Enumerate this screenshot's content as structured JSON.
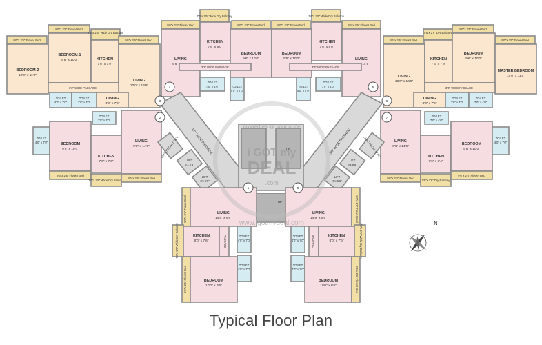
{
  "title": "Typical Floor Plan",
  "watermark": {
    "line1": "properties @ your price",
    "line2": "i GOT my",
    "brand": "DEAL",
    "tld": ".com",
    "url": "www.igotmydeal.com"
  },
  "compass": {
    "north": "N"
  },
  "markers": [
    "1",
    "2",
    "3",
    "4",
    "5",
    "6",
    "7",
    "8"
  ],
  "labels": {
    "flower_bed": "9'6\"x 2'6\" Flower Bed",
    "flower_bed_v": "9'6\"x 2'6\" Flower Bed",
    "dry_balcony_a": "7'6\"x 2'6\" Wide Dry Balcony",
    "dry_balcony_b": "7'6\"x 2'6\" Dry Balcony",
    "bedroom2": "BEDROOM-2",
    "bedroom2_dim": "10'0\" x 11'0\"",
    "bedroom1": "BEDROOM-1",
    "bedroom1_dim": "9'6\" x 10'0\"",
    "bedroom": "BEDROOM",
    "bedroom_dim_a": "9'6\" x 10'0\"",
    "bedroom_dim_b": "10'0\" x 9'6\"",
    "master": "MASTER BEDROOM",
    "master_dim": "10'0\" x 11'0\"",
    "kitchen": "KITCHEN",
    "kitchen_dim_a": "7'6\" x 7'9\"",
    "kitchen_dim_b": "7'6\" x 8'0\"",
    "kitchen_dim_c": "7'6\" x 7'6\"",
    "kitchen_dim_d": "8'0\" x 7'6\"",
    "kitchen_dim_e": "7'6\" x 7'4\"",
    "living": "LIVING",
    "living_dim_a": "10'0\" x 14'9\"",
    "living_dim_b": "9'6\" x 14'9\"",
    "living_dim_c": "14'9\" x 9'6\"",
    "dining": "DINING",
    "dining_dim": "3'3\" x 7'9\"",
    "toilet": "TOILET",
    "toilet_dim_a": "4'0\" x 7'0\"",
    "toilet_dim_b": "7'0\" x 4'0\"",
    "toilet_dim_c": "4'0\" x 7'0\"",
    "wide_passage": "3'3\" WIDE PASSAGE",
    "passage_5": "5'0\" WIDE PASSAGE",
    "lift": "LIFT",
    "lift_dim": "6'x 6'6\"",
    "duct": "ELECTRICAL DUCT",
    "up": "UP",
    "passage": "PASSAGE",
    "passage_dim": "3'3\" WIDE"
  }
}
